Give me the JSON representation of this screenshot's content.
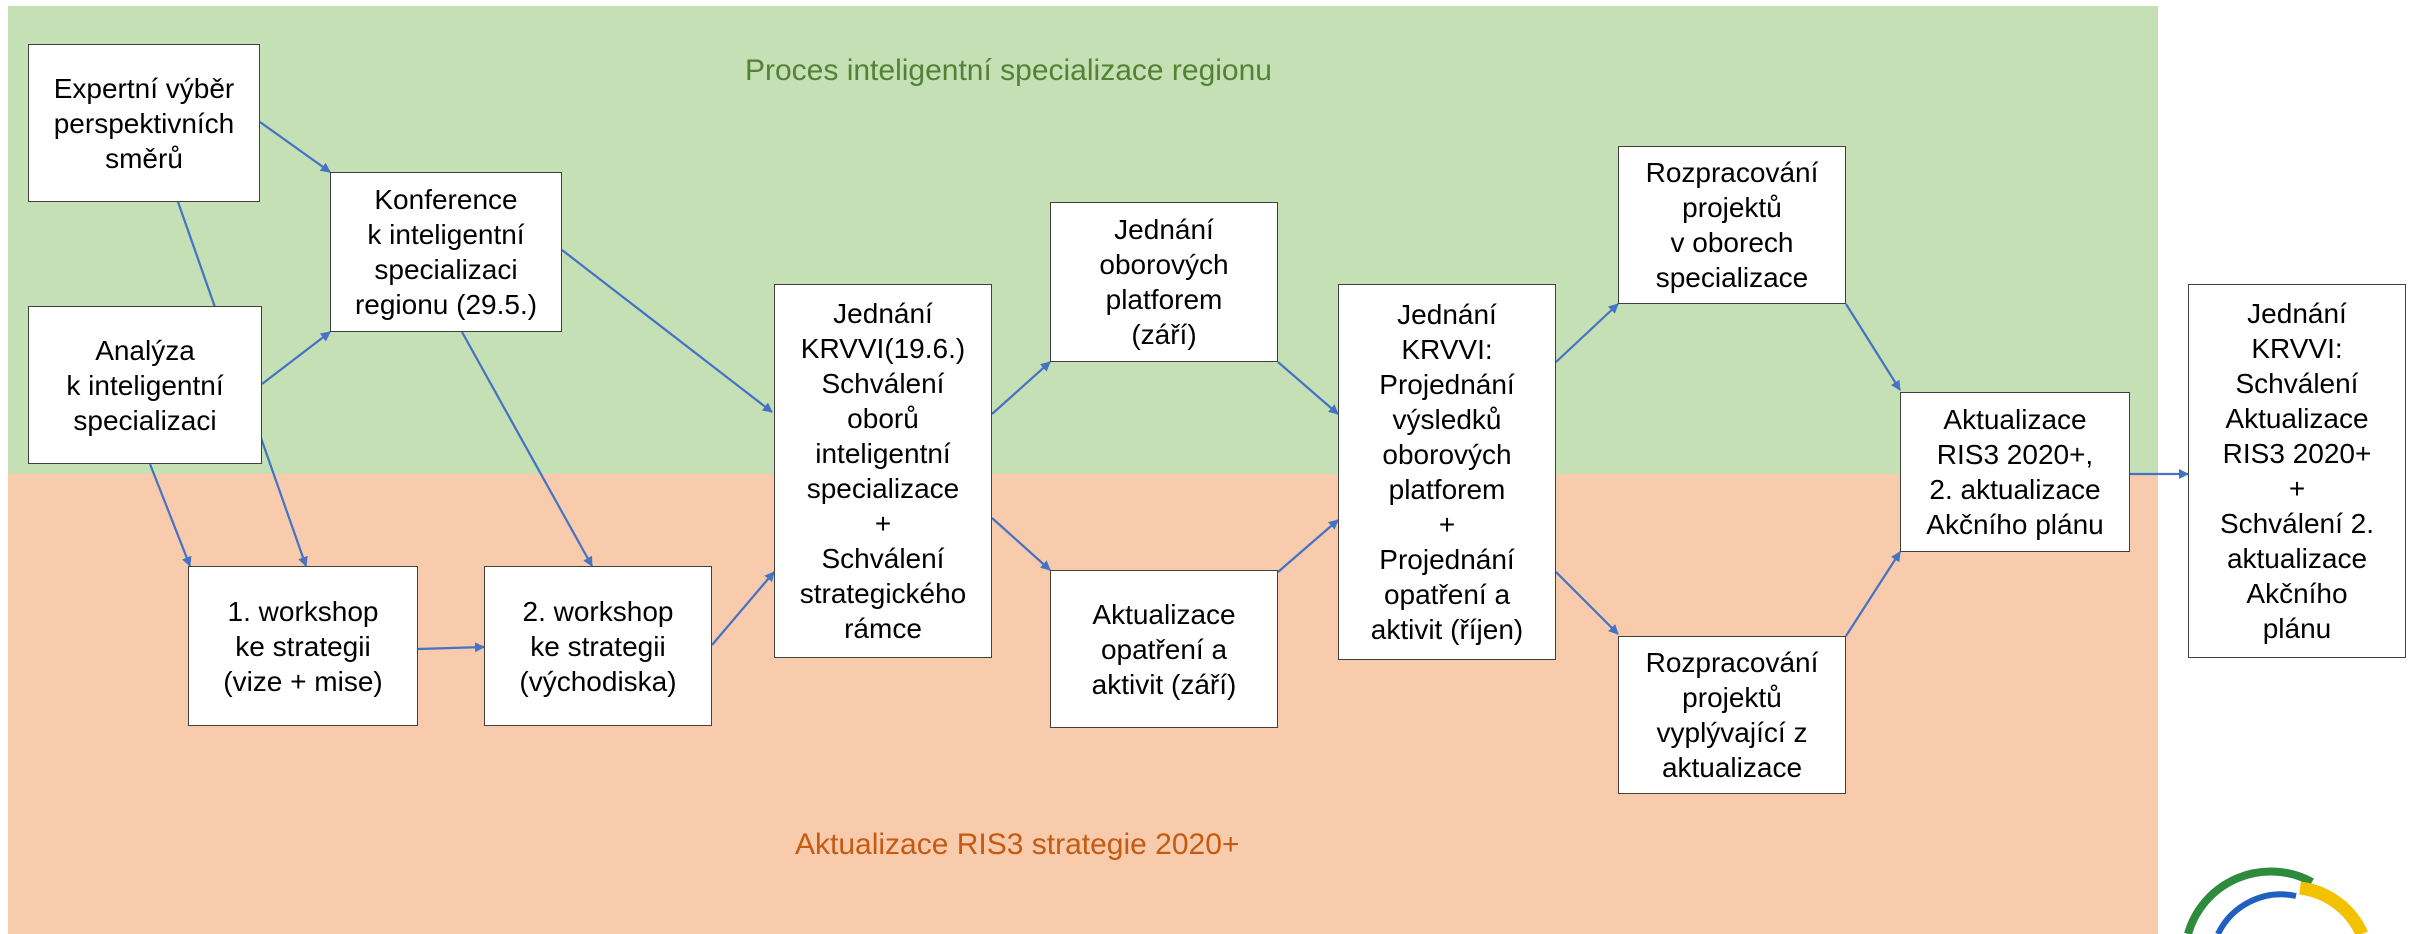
{
  "colors": {
    "band_top": "#c5e0b4",
    "band_bottom": "#f8cbad",
    "title_top": "#538135",
    "title_bottom": "#c55a11",
    "arrow": "#4472c4"
  },
  "titles": {
    "top": "Proces inteligentní specializace regionu",
    "bottom": "Aktualizace RIS3 strategie 2020+"
  },
  "boxes": {
    "expertni": "Expertní výběr\nperspektivních\nsměrů",
    "analyza": "Analýza\nk inteligentní\nspecializaci",
    "konference": "Konference\nk inteligentní\nspecializaci\nregionu (29.5.)",
    "workshop1": "1. workshop\nke strategii\n(vize + mise)",
    "workshop2": "2. workshop\nke strategii\n(východiska)",
    "jednani_krvvi_1": "Jednání\nKRVVI(19.6.)\nSchválení\noborů\ninteligentní\nspecializace\n+\nSchválení\nstrategického\nrámce",
    "platforem": "Jednání\noborových\nplatforem\n(září)",
    "opatreni": "Aktualizace\nopatření a\naktivit (září)",
    "jednani_krvvi_2": "Jednání\nKRVVI:\nProjednání\nvýsledků\noborových\nplatforem\n+\nProjednání\nopatření a\naktivit (říjen)",
    "rozpracovani_1": "Rozpracování\nprojektů\nv oborech\nspecializace",
    "rozpracovani_2": "Rozpracování\nprojektů\nvyplývající z\naktualizace",
    "aktualizace_ris3": "Aktualizace\nRIS3 2020+,\n2. aktualizace\nAkčního plánu",
    "jednani_krvvi_3": "Jednání\nKRVVI:\nSchválení\nAktualizace\nRIS3 2020+\n+\nSchválení 2.\naktualizace\nAkčního\nplánu"
  },
  "logo": {
    "icon": "circular-logo-icon",
    "colors": [
      "#2e8b3c",
      "#f2c200",
      "#1f5fbf"
    ]
  }
}
